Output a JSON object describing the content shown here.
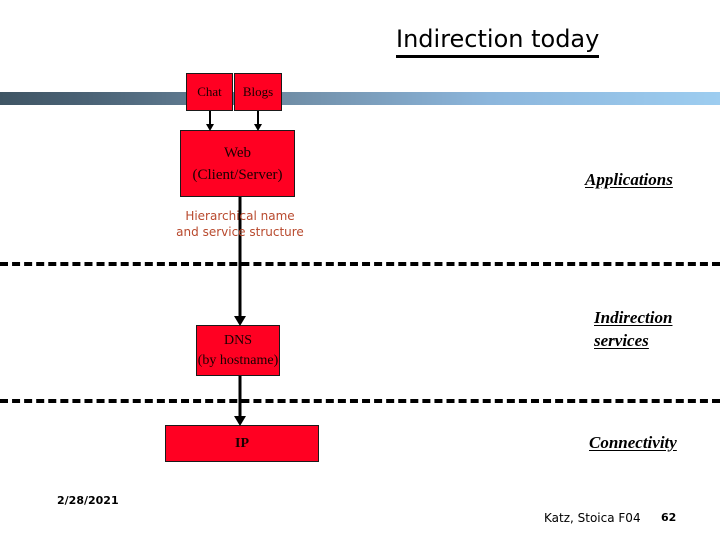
{
  "slide": {
    "title": "Indirection today",
    "date": "2/28/2021",
    "credit": "Katz, Stoica F04",
    "page_number": "62"
  },
  "diagram": {
    "boxes": [
      {
        "id": "chat",
        "label": "Chat"
      },
      {
        "id": "blogs",
        "label": "Blogs"
      },
      {
        "id": "web",
        "line1": "Web",
        "line2": "(Client/Server)"
      },
      {
        "id": "dns",
        "line1": "DNS",
        "line2": "(by hostname)"
      },
      {
        "id": "ip",
        "label": "IP"
      }
    ],
    "annotation": {
      "line1": "Hierarchical name",
      "line2": "and service structure"
    },
    "layers": [
      {
        "id": "applications",
        "label": "Applications"
      },
      {
        "id": "indirection",
        "line1": "Indirection",
        "line2": "services"
      },
      {
        "id": "connectivity",
        "label": "Connectivity"
      }
    ]
  },
  "colors": {
    "box_fill": "#FF0022",
    "annotation_text": "#b8492d",
    "band_left": "#3f5564",
    "band_right": "#9dcdf0"
  }
}
